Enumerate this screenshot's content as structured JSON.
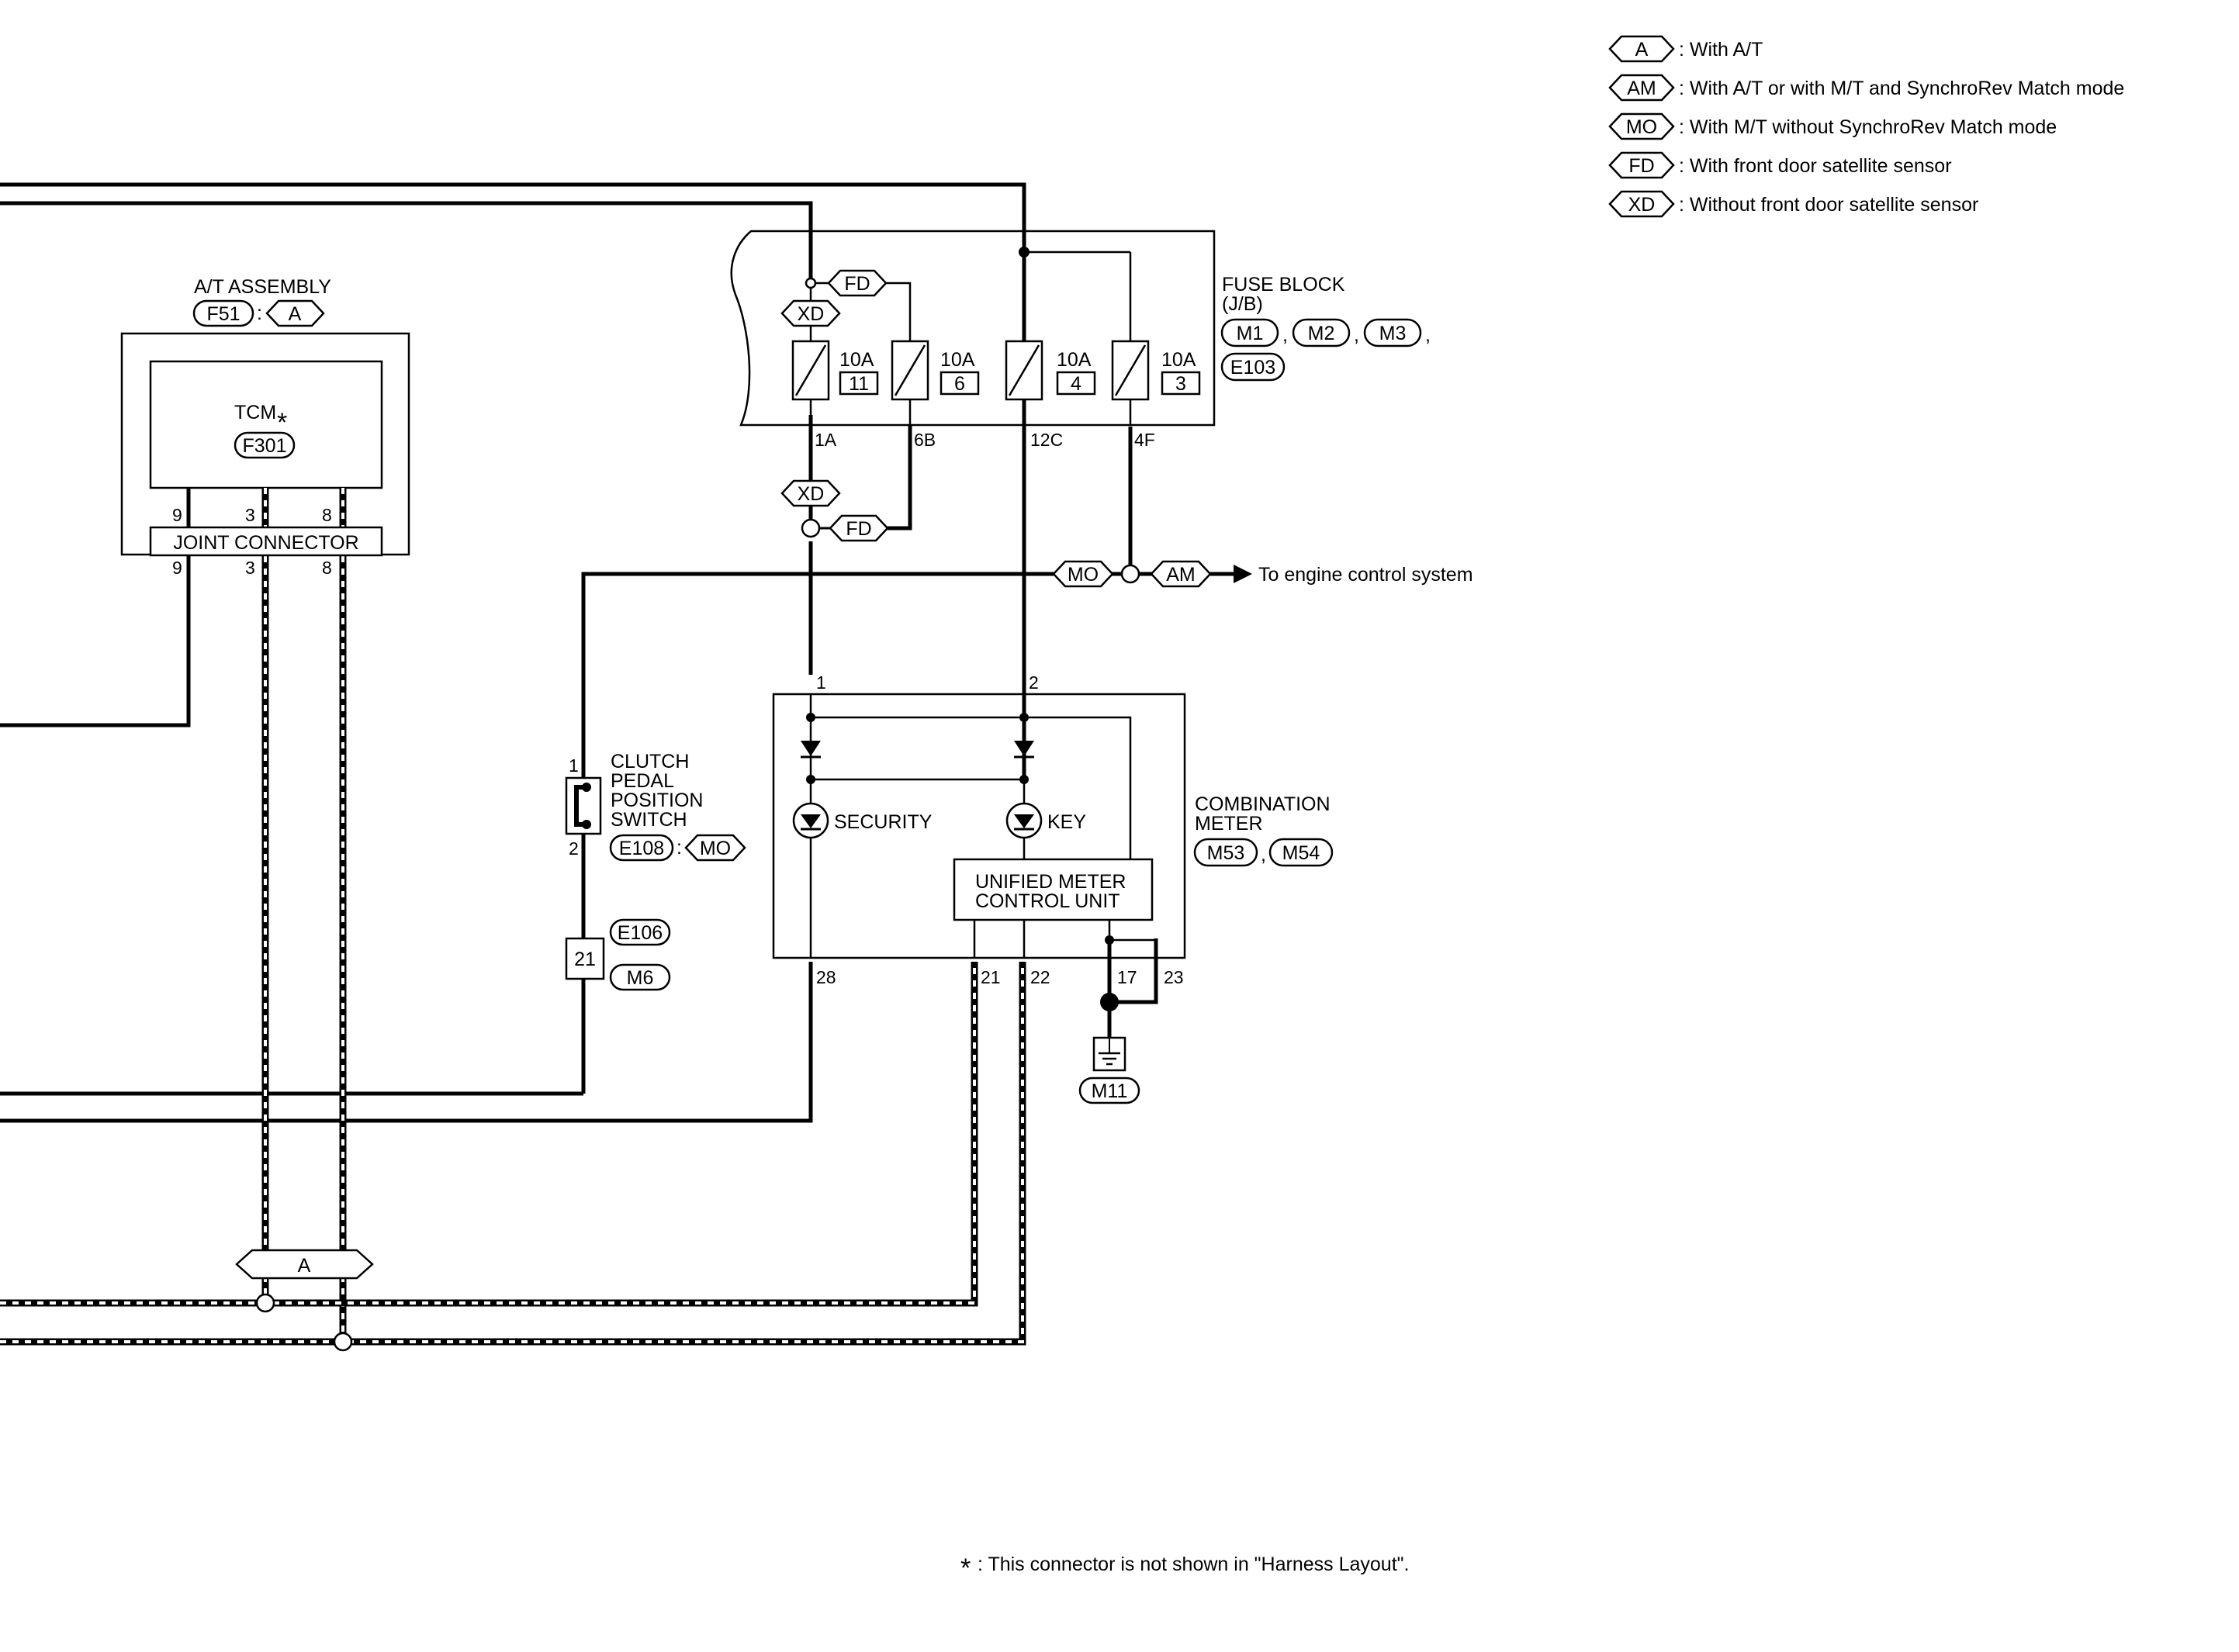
{
  "legend": [
    {
      "code": "A",
      "text": ": With A/T"
    },
    {
      "code": "AM",
      "text": ": With A/T or with M/T and SynchroRev Match mode"
    },
    {
      "code": "MO",
      "text": ": With M/T without SynchroRev Match mode"
    },
    {
      "code": "FD",
      "text": ": With front door satellite sensor"
    },
    {
      "code": "XD",
      "text": ": Without front door satellite sensor"
    }
  ],
  "at_assembly": {
    "title": "A/T ASSEMBLY",
    "connector": "F51",
    "colon": ":",
    "condition": "A",
    "tcm": {
      "label": "TCM",
      "star": "*",
      "connector": "F301"
    },
    "joint_connector": "JOINT CONNECTOR",
    "pins_top": [
      "9",
      "3",
      "8"
    ],
    "pins_bottom": [
      "9",
      "3",
      "8"
    ]
  },
  "fuse_block": {
    "title": "FUSE BLOCK",
    "subtitle": "(J/B)",
    "connectors": [
      "M1",
      "M2",
      "M3",
      "E103"
    ],
    "comma": ",",
    "tags": {
      "fd": "FD",
      "xd": "XD"
    },
    "fuses": [
      {
        "amp": "10A",
        "num": "11",
        "pin": "1A"
      },
      {
        "amp": "10A",
        "num": "6",
        "pin": "6B"
      },
      {
        "amp": "10A",
        "num": "4",
        "pin": "12C"
      },
      {
        "amp": "10A",
        "num": "3",
        "pin": "4F"
      }
    ]
  },
  "splice": {
    "xd": "XD",
    "fd": "FD",
    "mo": "MO",
    "am": "AM"
  },
  "engine_label": "To engine control system",
  "clutch_switch": {
    "lines": [
      "CLUTCH",
      "PEDAL",
      "POSITION",
      "SWITCH"
    ],
    "pin_top": "1",
    "pin_bottom": "2",
    "connector": "E108",
    "colon": ":",
    "condition": "MO"
  },
  "joint": {
    "pin": "21",
    "connectors": [
      "E106",
      "M6"
    ]
  },
  "combination_meter": {
    "title": "COMBINATION",
    "title2": "METER",
    "connectors": [
      "M53",
      "M54"
    ],
    "comma": ",",
    "pins_top": [
      "1",
      "2"
    ],
    "security": "SECURITY",
    "key": "KEY",
    "unit_line1": "UNIFIED METER",
    "unit_line2": "CONTROL UNIT",
    "pins_bottom": [
      "28",
      "21",
      "22",
      "17",
      "23"
    ]
  },
  "ground": "M11",
  "shield_tag": "A",
  "footnote": {
    "star": "*",
    "text": ": This connector is not shown in \"Harness Layout\"."
  }
}
